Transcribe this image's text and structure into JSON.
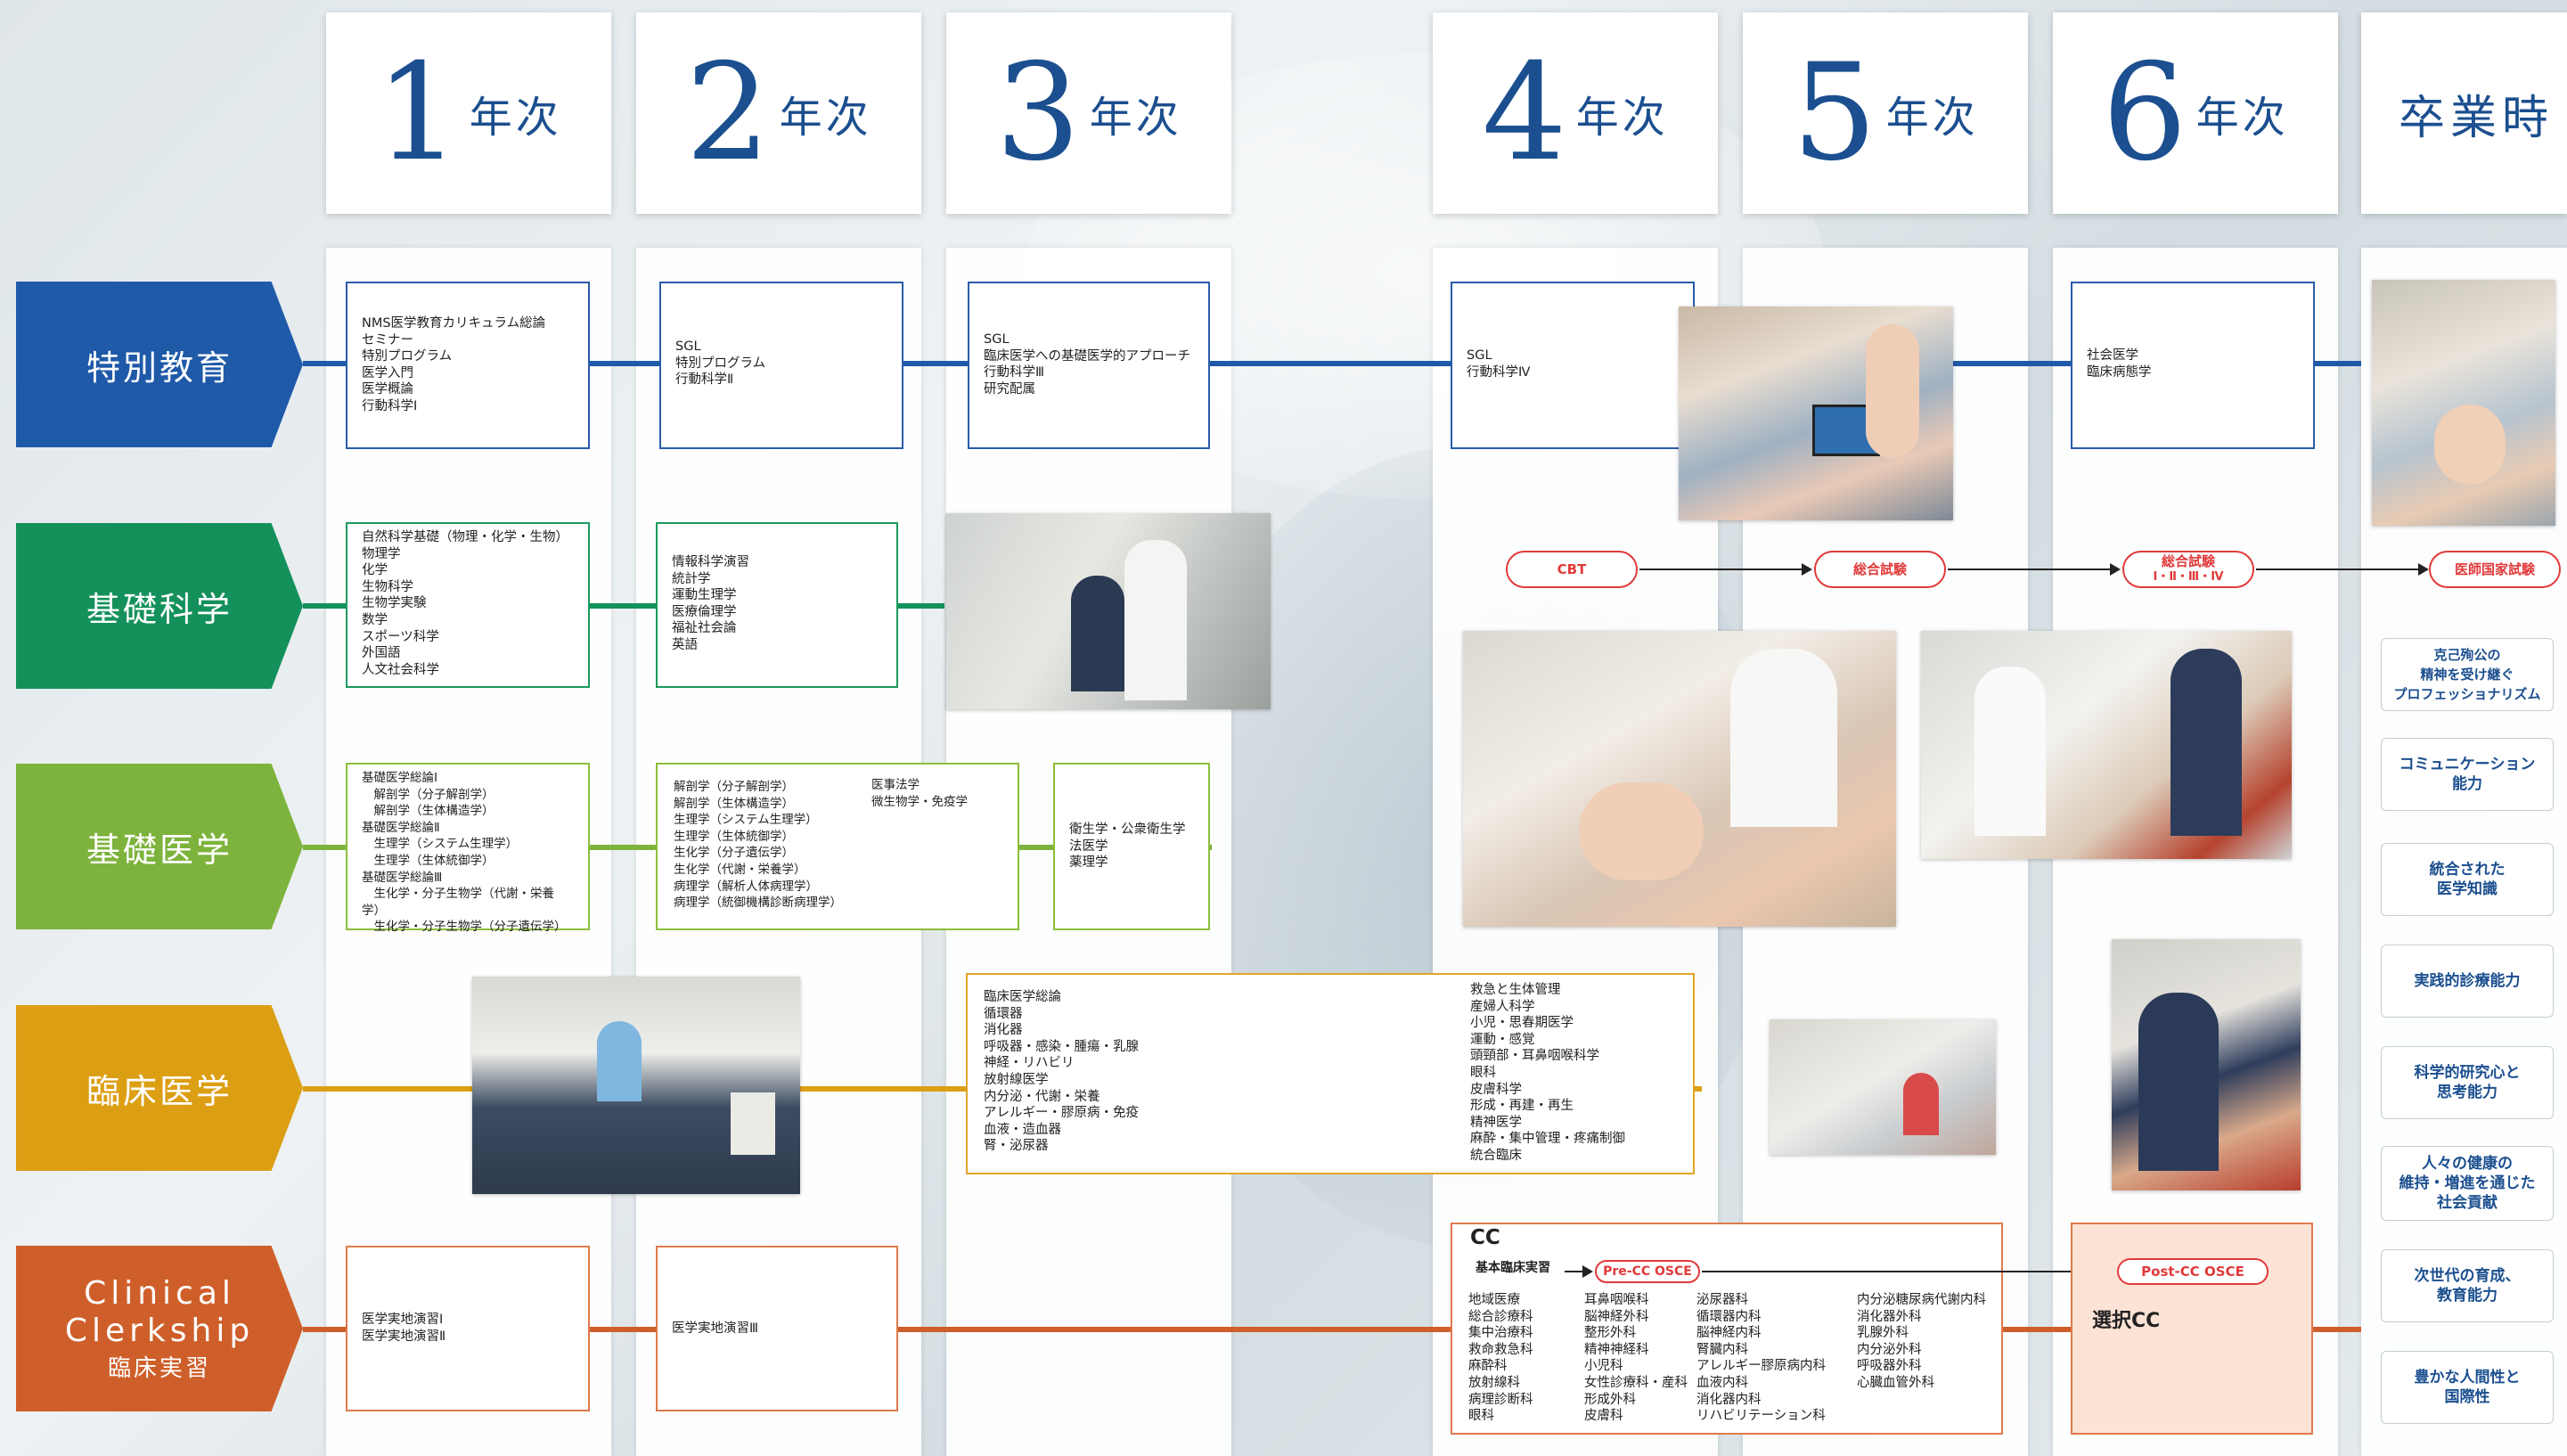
{
  "years": [
    {
      "num": "1",
      "suffix": "年次"
    },
    {
      "num": "2",
      "suffix": "年次"
    },
    {
      "num": "3",
      "suffix": "年次"
    },
    {
      "num": "4",
      "suffix": "年次"
    },
    {
      "num": "5",
      "suffix": "年次"
    },
    {
      "num": "6",
      "suffix": "年次"
    }
  ],
  "graduation_header": "卒業時",
  "categories": {
    "special": {
      "label": "特別教育",
      "color": "#1f5aa8"
    },
    "basic_science": {
      "label": "基礎科学",
      "color": "#14915a"
    },
    "basic_medicine": {
      "label": "基礎医学",
      "color": "#7db33c"
    },
    "clinical_medicine": {
      "label": "臨床医学",
      "color": "#dc9f14"
    },
    "clerkship": {
      "label_line1": "Clinical",
      "label_line2": "Clerkship",
      "sub": "臨床実習",
      "color": "#cf5f2a"
    }
  },
  "special": {
    "y1": "NMS医学教育カリキュラム総論\nセミナー\n特別プログラム\n医学入門\n医学概論\n行動科学Ⅰ",
    "y2": "SGL\n特別プログラム\n行動科学Ⅱ",
    "y3": "SGL\n臨床医学への基礎医学的アプローチ\n行動科学Ⅲ\n研究配属",
    "y4": "SGL\n行動科学Ⅳ",
    "y6": "社会医学\n臨床病態学"
  },
  "basic_science": {
    "y1": "自然科学基礎（物理・化学・生物）\n物理学\n化学\n生物科学\n生物学実験\n数学\nスポーツ科学\n外国語\n人文社会科学",
    "y2": "情報科学演習\n統計学\n運動生理学\n医療倫理学\n福祉社会論\n英語"
  },
  "basic_medicine": {
    "y1": "基礎医学総論Ⅰ\n　解剖学（分子解剖学）\n　解剖学（生体構造学）\n基礎医学総論Ⅱ\n　生理学（システム生理学）\n　生理学（生体統御学）\n基礎医学総論Ⅲ\n　生化学・分子生物学（代謝・栄養学）\n　生化学・分子生物学（分子遺伝学）",
    "y2_col1": "解剖学（分子解剖学）\n解剖学（生体構造学）\n生理学（システム生理学）\n生理学（生体統御学）\n生化学（分子遺伝学）\n生化学（代謝・栄養学）\n病理学（解析人体病理学）\n病理学（統御機構診断病理学）",
    "y2_col2": "医事法学\n微生物学・免疫学",
    "y3": "衛生学・公衆衛生学\n法医学\n薬理学"
  },
  "clinical_medicine": {
    "col1": "臨床医学総論\n循環器\n消化器\n呼吸器・感染・腫瘍・乳腺\n神経・リハビリ\n放射線医学\n内分泌・代謝・栄養\nアレルギー・膠原病・免疫\n血液・造血器\n腎・泌尿器",
    "col2": "救急と生体管理\n産婦人科学\n小児・思春期医学\n運動・感覚\n頭頸部・耳鼻咽喉科学\n眼科\n皮膚科学\n形成・再建・再生\n精神医学\n麻酔・集中管理・疼痛制御\n統合臨床"
  },
  "clerkship": {
    "y1": "医学実地演習Ⅰ\n医学実地演習Ⅱ",
    "y2": "医学実地演習Ⅲ",
    "cc_title": "CC",
    "cc_basic": "基本臨床実習",
    "cc_col1": "地域医療\n総合診療科\n集中治療科\n救命救急科\n麻酔科\n放射線科\n病理診断科\n眼科",
    "cc_col2": "耳鼻咽喉科\n脳神経外科\n整形外科\n精神神経科\n小児科\n女性診療科・産科\n形成外科\n皮膚科",
    "cc_col3": "泌尿器科\n循環器内科\n脳神経内科\n腎臓内科\nアレルギー膠原病内科\n血液内科\n消化器内科\nリハビリテーション科",
    "cc_col4": "内分泌糖尿病代謝内科\n消化器外科\n乳腺外科\n内分泌外科\n呼吸器外科\n心臓血管外科",
    "elective": "選択CC"
  },
  "exams": {
    "cbt": "CBT",
    "comprehensive": "総合試験",
    "comprehensive_multi_l1": "総合試験",
    "comprehensive_multi_l2": "Ⅰ・Ⅱ・Ⅲ・Ⅳ",
    "national": "医師国家試験",
    "pre_cc_osce": "Pre-CC OSCE",
    "post_cc_osce": "Post-CC OSCE"
  },
  "outcomes": [
    "克己殉公の\n精神を受け継ぐ\nプロフェッショナリズム",
    "コミュニケーション\n能力",
    "統合された\n医学知識",
    "実践的診療能力",
    "科学的研究心と\n思考能力",
    "人々の健康の\n維持・増進を通じた\n社会貢献",
    "次世代の育成、\n教育能力",
    "豊かな人間性と\n国際性"
  ]
}
